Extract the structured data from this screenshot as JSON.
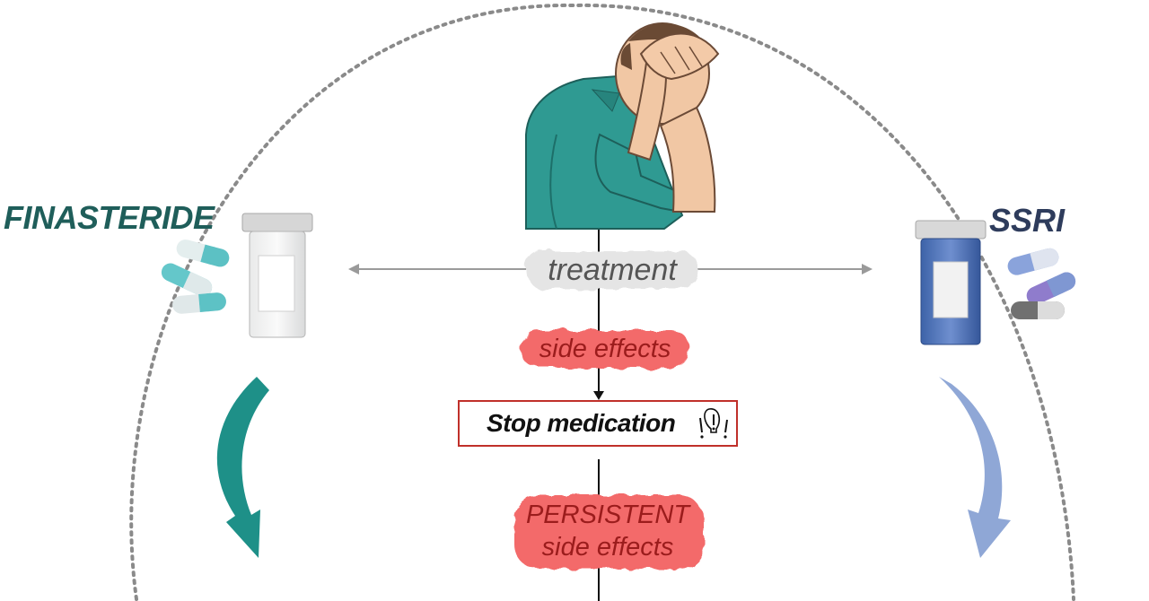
{
  "labels": {
    "left_drug": "FINASTERIDE",
    "right_drug": "SSRI",
    "treatment": "treatment",
    "side_effects": "side effects",
    "stop_medication": "Stop medication",
    "persistent_line1": "PERSISTENT",
    "persistent_line2": "side effects"
  },
  "colors": {
    "finasteride_text": "#1f5e5a",
    "ssri_text": "#2e3c5c",
    "teal_arrow": "#1e9088",
    "blue_arrow": "#8fa7d6",
    "stop_border": "#c0302a",
    "blob_red": "#f36b6b",
    "blob_text": "#9b1c1c"
  },
  "icons": {
    "man": "distressed-man-illustration",
    "finasteride_bottle": "pill-bottle-clear-icon",
    "ssri_bottle": "pill-bottle-blue-icon",
    "alert": "exclamation-bulb-icon"
  }
}
